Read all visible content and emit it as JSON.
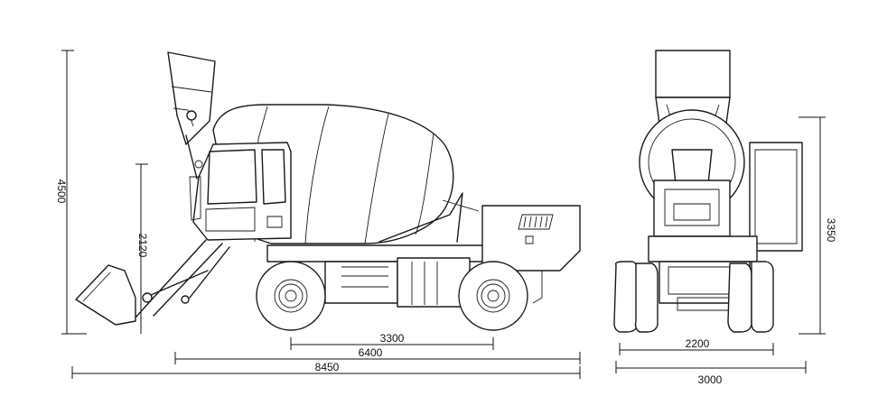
{
  "dimensions": {
    "overall_height": "4500",
    "bucket_height": "2120",
    "wheelbase": "3300",
    "mid_length": "6400",
    "overall_length": "8450",
    "track_width": "2200",
    "overall_width": "3000",
    "body_height": "3350"
  }
}
